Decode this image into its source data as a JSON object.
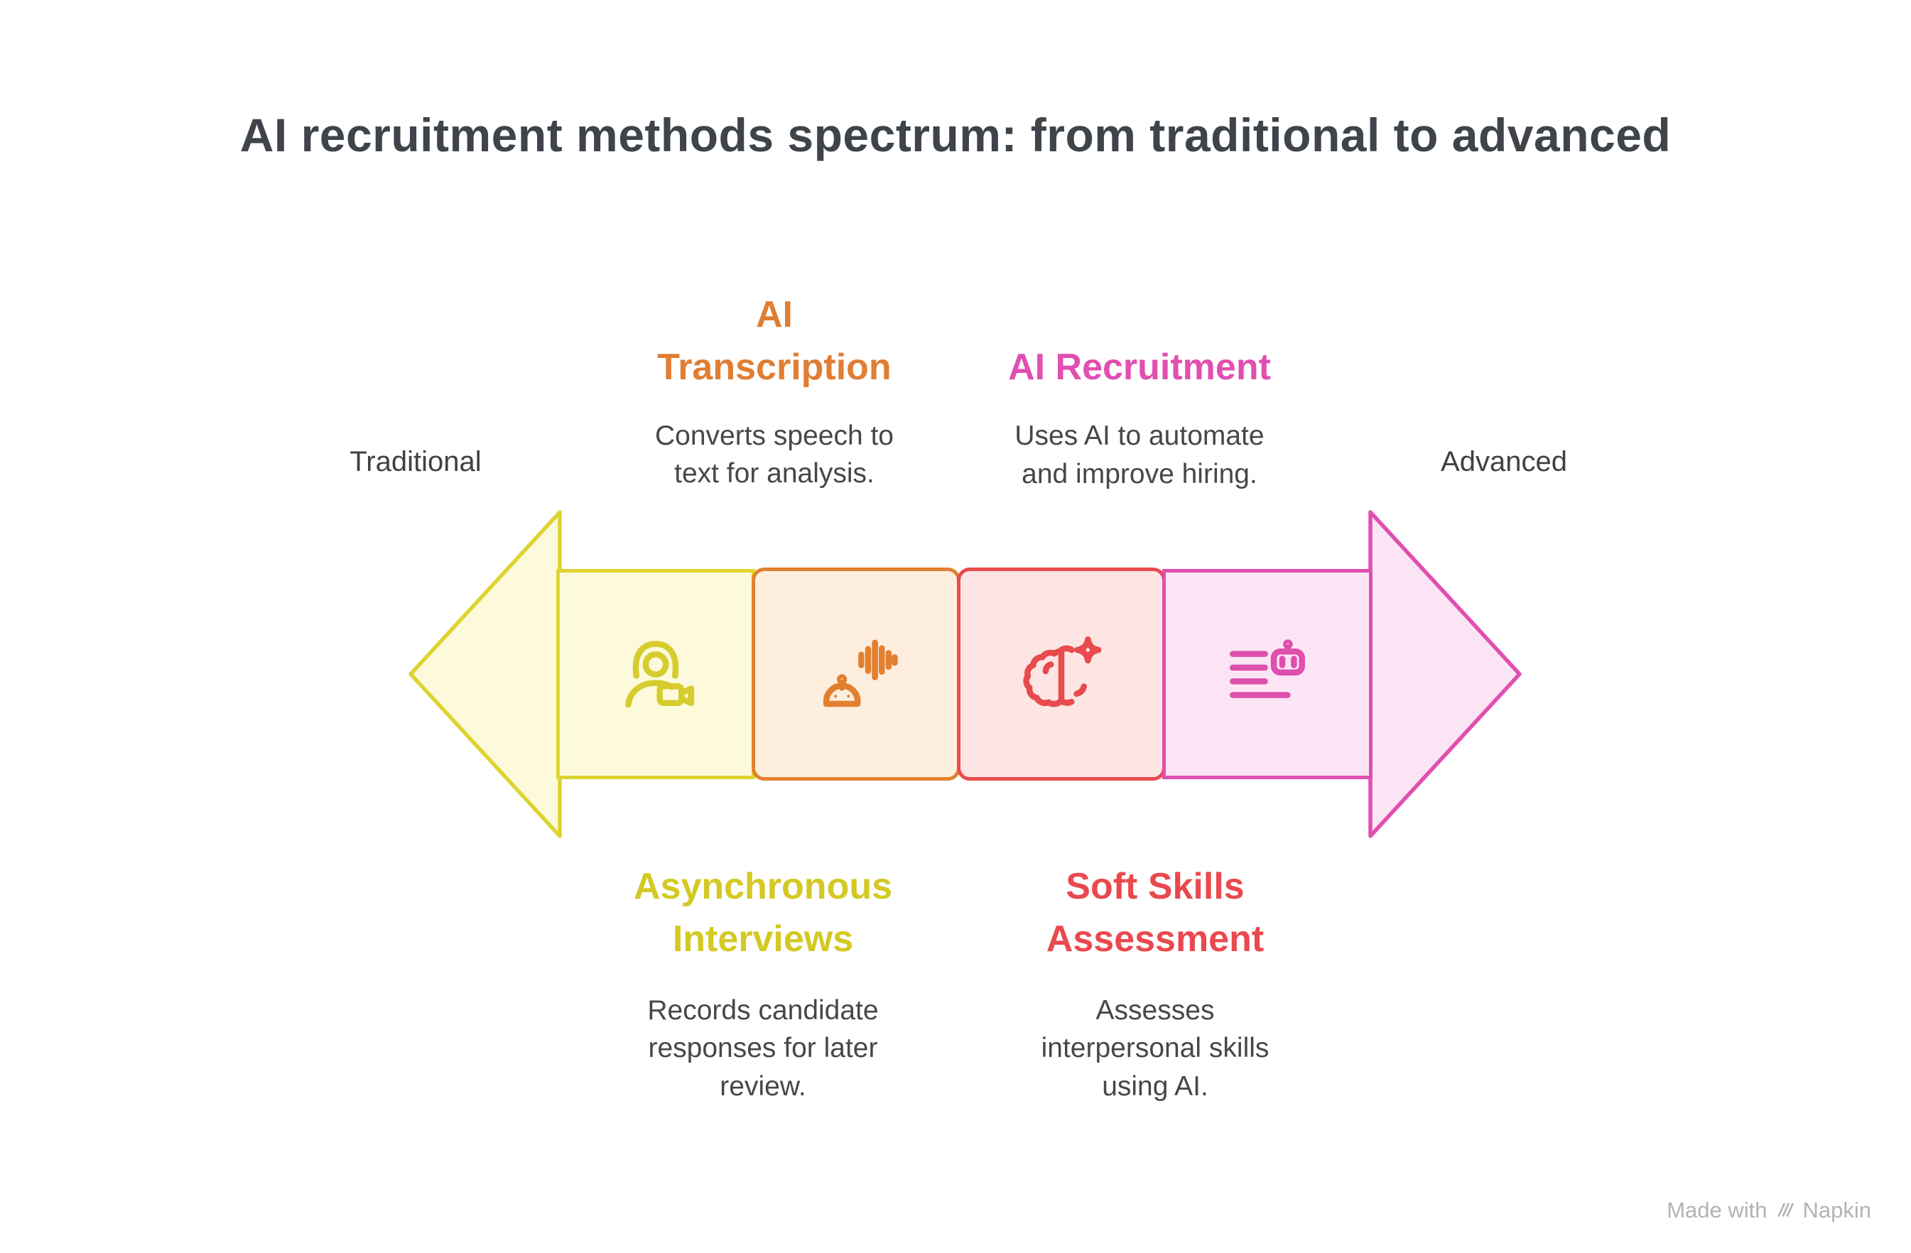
{
  "title": "AI recruitment methods spectrum: from traditional to advanced",
  "spectrum": {
    "left_label": "Traditional",
    "right_label": "Advanced",
    "direction": "left-to-right",
    "arrow_left_color": "#ddd431",
    "arrow_right_color": "#e14fb0"
  },
  "methods": [
    {
      "name": "Asynchronous Interviews",
      "heading": "Asynchronous\nInterviews",
      "description": "Records candidate\nresponses for later\nreview.",
      "caption_position": "below",
      "icon": "person-video-camera-icon",
      "accent_color": "#d6cc2e",
      "fill_color": "#fcfadb",
      "border_color": "#ddd431"
    },
    {
      "name": "AI Transcription",
      "heading": "AI\nTranscription",
      "description": "Converts speech to\ntext for analysis.",
      "caption_position": "above",
      "icon": "robot-soundwave-icon",
      "accent_color": "#e2802f",
      "fill_color": "#fdeede",
      "border_color": "#e2802f"
    },
    {
      "name": "Soft Skills Assessment",
      "heading": "Soft Skills\nAssessment",
      "description": "Assesses\ninterpersonal skills\nusing AI.",
      "caption_position": "below",
      "icon": "brain-sparkle-icon",
      "accent_color": "#e84a4d",
      "fill_color": "#fce5e3",
      "border_color": "#e84a4d"
    },
    {
      "name": "AI Recruitment",
      "heading": "AI Recruitment",
      "description": "Uses AI to automate\nand improve hiring.",
      "caption_position": "above",
      "icon": "checklist-robot-icon",
      "accent_color": "#df4fae",
      "fill_color": "#fbe5f4",
      "border_color": "#df4fae"
    }
  ],
  "footer": {
    "made_with": "Made with",
    "brand": "Napkin"
  }
}
